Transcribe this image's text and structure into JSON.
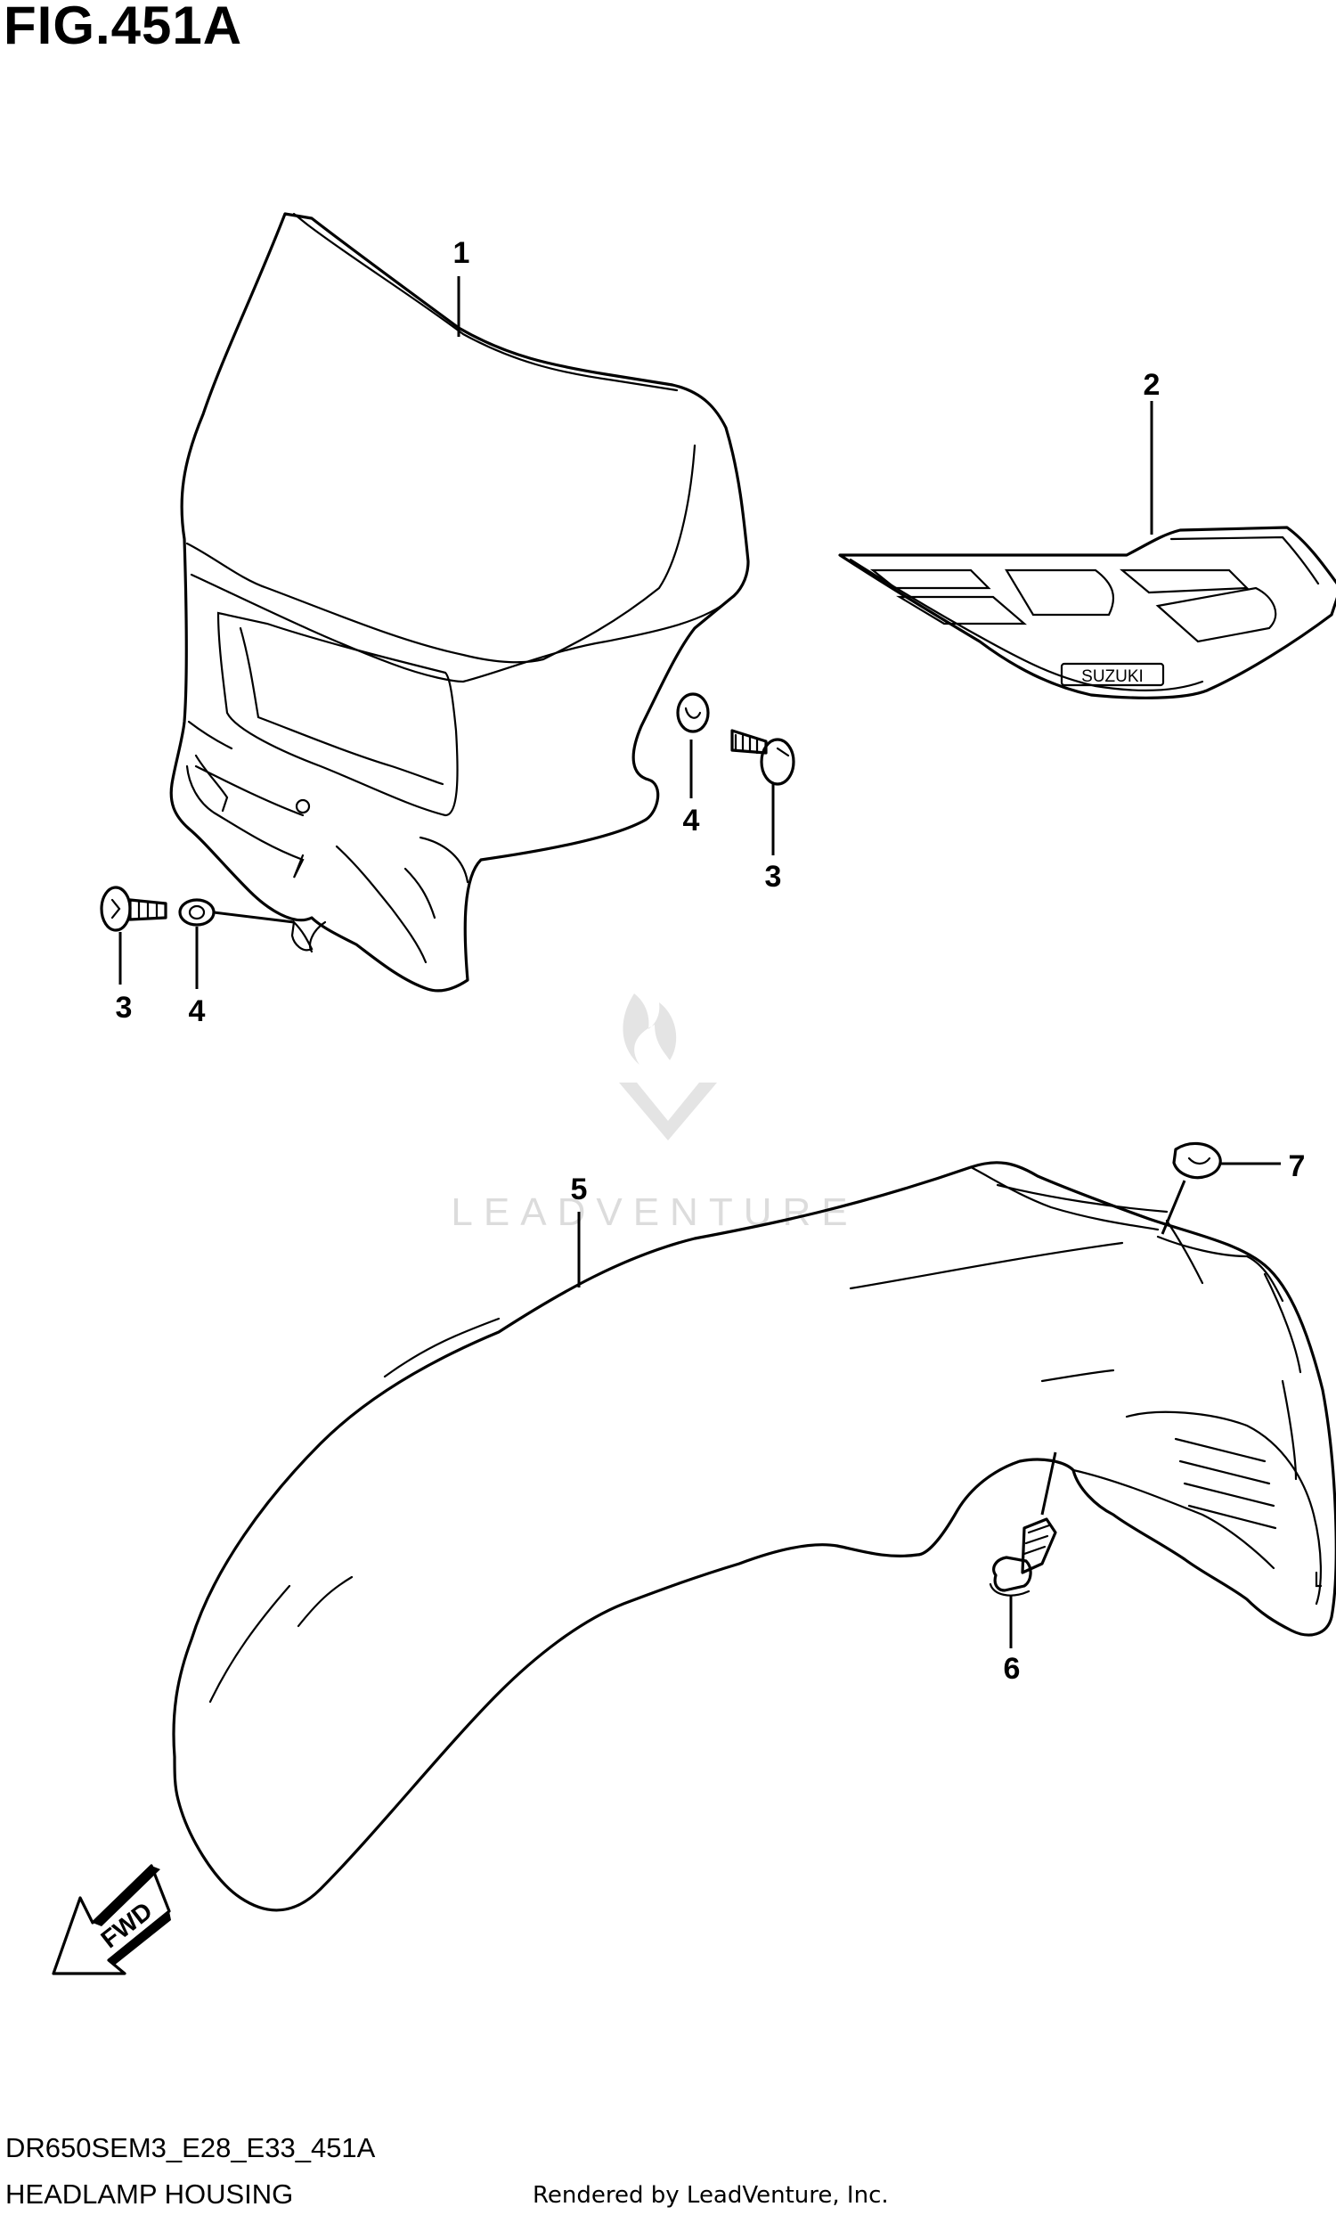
{
  "figure": {
    "title": "FIG.451A"
  },
  "callouts": [
    "1",
    "2",
    "3",
    "3",
    "4",
    "4",
    "5",
    "6",
    "7"
  ],
  "decal": {
    "brand_text": "SUZUKI"
  },
  "watermark": {
    "text": "LEADVENTURE"
  },
  "direction_arrow": {
    "label": "FWD"
  },
  "footer": {
    "code": "DR650SEM3_E28_E33_451A",
    "name": "HEADLAMP HOUSING",
    "credit": "Rendered by LeadVenture, Inc."
  }
}
